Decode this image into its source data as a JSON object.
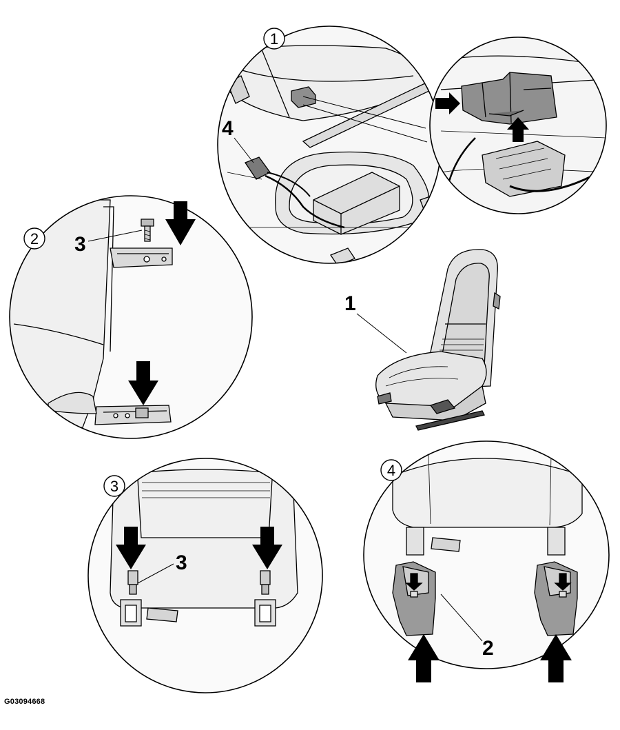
{
  "figure_id": "G03094668",
  "details": [
    {
      "callout": "1",
      "labels": [
        "4"
      ]
    },
    {
      "callout": "2",
      "labels": [
        "3"
      ]
    },
    {
      "callout": "3",
      "labels": [
        "3"
      ]
    },
    {
      "callout": "4",
      "labels": [
        "2"
      ]
    }
  ],
  "main_view": {
    "label": "1"
  },
  "colors": {
    "ink": "#000000",
    "fill_light": "#eeeeee",
    "fill_mid": "#d9d9d9",
    "fill_dark": "#9a9a9a"
  }
}
